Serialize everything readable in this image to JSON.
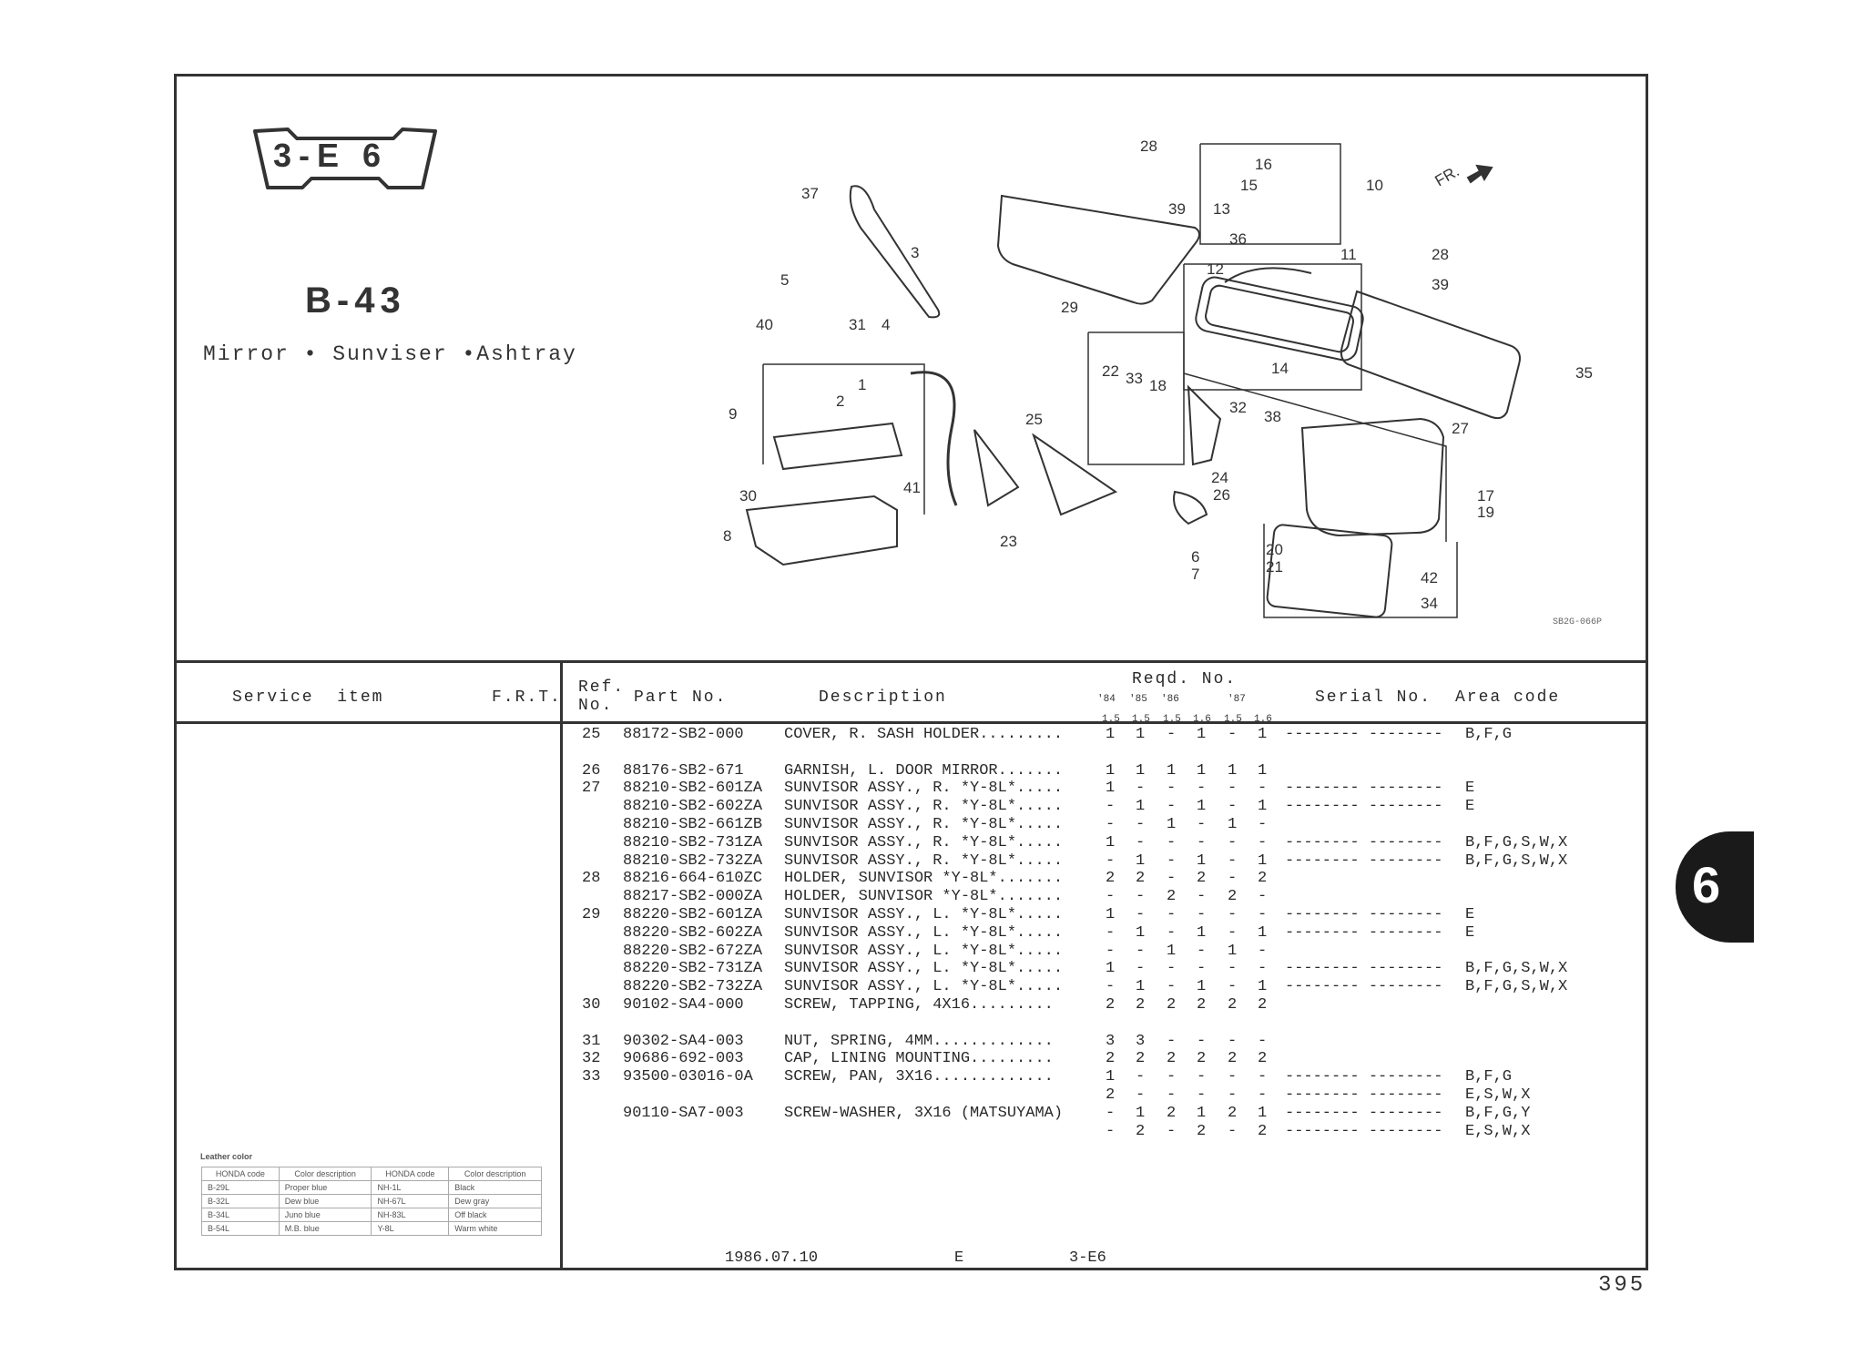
{
  "header": {
    "badge": "3-E 6",
    "title": "B-43",
    "subtitle": "Mirror • Sunviser •Ashtray"
  },
  "diagram": {
    "code": "SB2G-066P",
    "front_marker": "FR.",
    "callouts": [
      "37",
      "3",
      "5",
      "40",
      "31",
      "4",
      "1",
      "2",
      "9",
      "30",
      "41",
      "8",
      "23",
      "25",
      "29",
      "28",
      "39",
      "16",
      "15",
      "10",
      "13",
      "36",
      "11",
      "28",
      "39",
      "12",
      "14",
      "35",
      "27",
      "22",
      "33",
      "18",
      "32",
      "38",
      "24",
      "26",
      "6",
      "7",
      "17",
      "19",
      "20",
      "21",
      "42",
      "34"
    ]
  },
  "table_header": {
    "service_item": "Service  item",
    "frt": "F.R.T.",
    "ref_no_1": "Ref.",
    "ref_no_2": "No.",
    "part_no": "Part No.",
    "description": "Description",
    "reqd_no": "Reqd. No.",
    "years": [
      "'84",
      "'85",
      "'86",
      "'87"
    ],
    "engines": [
      "1.5",
      "1.5",
      "1.5",
      "1.6",
      "1.5",
      "1.6"
    ],
    "serial_no": "Serial No.",
    "area_code": "Area code"
  },
  "rows": [
    {
      "ref": "25",
      "part": "88172-SB2-000",
      "desc": "COVER, R. SASH HOLDER.........",
      "qty": [
        "1",
        "1",
        "-",
        "1",
        "-",
        "1"
      ],
      "serial": "-------- --------",
      "area": "B,F,G"
    },
    {
      "spacer": true
    },
    {
      "ref": "26",
      "part": "88176-SB2-671",
      "desc": "GARNISH, L. DOOR MIRROR.......",
      "qty": [
        "1",
        "1",
        "1",
        "1",
        "1",
        "1"
      ],
      "serial": "",
      "area": ""
    },
    {
      "ref": "27",
      "part": "88210-SB2-601ZA",
      "desc": "SUNVISOR ASSY., R. *Y-8L*.....",
      "qty": [
        "1",
        "-",
        "-",
        "-",
        "-",
        "-"
      ],
      "serial": "-------- --------",
      "area": "E"
    },
    {
      "ref": "",
      "part": "88210-SB2-602ZA",
      "desc": "SUNVISOR ASSY., R. *Y-8L*.....",
      "qty": [
        "-",
        "1",
        "-",
        "1",
        "-",
        "1"
      ],
      "serial": "-------- --------",
      "area": "E"
    },
    {
      "ref": "",
      "part": "88210-SB2-661ZB",
      "desc": "SUNVISOR ASSY., R. *Y-8L*.....",
      "qty": [
        "-",
        "-",
        "1",
        "-",
        "1",
        "-"
      ],
      "serial": "",
      "area": ""
    },
    {
      "ref": "",
      "part": "88210-SB2-731ZA",
      "desc": "SUNVISOR ASSY., R. *Y-8L*.....",
      "qty": [
        "1",
        "-",
        "-",
        "-",
        "-",
        "-"
      ],
      "serial": "-------- --------",
      "area": "B,F,G,S,W,X"
    },
    {
      "ref": "",
      "part": "88210-SB2-732ZA",
      "desc": "SUNVISOR ASSY., R. *Y-8L*.....",
      "qty": [
        "-",
        "1",
        "-",
        "1",
        "-",
        "1"
      ],
      "serial": "-------- --------",
      "area": "B,F,G,S,W,X"
    },
    {
      "ref": "28",
      "part": "88216-664-610ZC",
      "desc": "HOLDER, SUNVISOR *Y-8L*.......",
      "qty": [
        "2",
        "2",
        "-",
        "2",
        "-",
        "2"
      ],
      "serial": "",
      "area": ""
    },
    {
      "ref": "",
      "part": "88217-SB2-000ZA",
      "desc": "HOLDER, SUNVISOR *Y-8L*.......",
      "qty": [
        "-",
        "-",
        "2",
        "-",
        "2",
        "-"
      ],
      "serial": "",
      "area": ""
    },
    {
      "ref": "29",
      "part": "88220-SB2-601ZA",
      "desc": "SUNVISOR ASSY., L. *Y-8L*.....",
      "qty": [
        "1",
        "-",
        "-",
        "-",
        "-",
        "-"
      ],
      "serial": "-------- --------",
      "area": "E"
    },
    {
      "ref": "",
      "part": "88220-SB2-602ZA",
      "desc": "SUNVISOR ASSY., L. *Y-8L*.....",
      "qty": [
        "-",
        "1",
        "-",
        "1",
        "-",
        "1"
      ],
      "serial": "-------- --------",
      "area": "E"
    },
    {
      "ref": "",
      "part": "88220-SB2-672ZA",
      "desc": "SUNVISOR ASSY., L. *Y-8L*.....",
      "qty": [
        "-",
        "-",
        "1",
        "-",
        "1",
        "-"
      ],
      "serial": "",
      "area": ""
    },
    {
      "ref": "",
      "part": "88220-SB2-731ZA",
      "desc": "SUNVISOR ASSY., L. *Y-8L*.....",
      "qty": [
        "1",
        "-",
        "-",
        "-",
        "-",
        "-"
      ],
      "serial": "-------- --------",
      "area": "B,F,G,S,W,X"
    },
    {
      "ref": "",
      "part": "88220-SB2-732ZA",
      "desc": "SUNVISOR ASSY., L. *Y-8L*.....",
      "qty": [
        "-",
        "1",
        "-",
        "1",
        "-",
        "1"
      ],
      "serial": "-------- --------",
      "area": "B,F,G,S,W,X"
    },
    {
      "ref": "30",
      "part": "90102-SA4-000",
      "desc": "SCREW, TAPPING, 4X16.........",
      "qty": [
        "2",
        "2",
        "2",
        "2",
        "2",
        "2"
      ],
      "serial": "",
      "area": ""
    },
    {
      "spacer": true
    },
    {
      "ref": "31",
      "part": "90302-SA4-003",
      "desc": "NUT, SPRING, 4MM.............",
      "qty": [
        "3",
        "3",
        "-",
        "-",
        "-",
        "-"
      ],
      "serial": "",
      "area": ""
    },
    {
      "ref": "32",
      "part": "90686-692-003",
      "desc": "CAP, LINING MOUNTING.........",
      "qty": [
        "2",
        "2",
        "2",
        "2",
        "2",
        "2"
      ],
      "serial": "",
      "area": ""
    },
    {
      "ref": "33",
      "part": "93500-03016-0A",
      "desc": "SCREW, PAN, 3X16.............",
      "qty": [
        "1",
        "-",
        "-",
        "-",
        "-",
        "-"
      ],
      "serial": "-------- --------",
      "area": "B,F,G"
    },
    {
      "ref": "",
      "part": "",
      "desc": "",
      "qty": [
        "2",
        "-",
        "-",
        "-",
        "-",
        "-"
      ],
      "serial": "-------- --------",
      "area": "E,S,W,X"
    },
    {
      "ref": "",
      "part": "90110-SA7-003",
      "desc": "SCREW-WASHER, 3X16 (MATSUYAMA)",
      "qty": [
        "-",
        "1",
        "2",
        "1",
        "2",
        "1"
      ],
      "serial": "-------- --------",
      "area": "B,F,G,Y"
    },
    {
      "ref": "",
      "part": "",
      "desc": "",
      "qty": [
        "-",
        "2",
        "-",
        "2",
        "-",
        "2"
      ],
      "serial": "-------- --------",
      "area": "E,S,W,X"
    }
  ],
  "leather": {
    "label": "Leather color",
    "headers": [
      "HONDA code",
      "Color description",
      "HONDA code",
      "Color description"
    ],
    "rows": [
      [
        "B-29L",
        "Proper blue",
        "NH-1L",
        "Black"
      ],
      [
        "B-32L",
        "Dew blue",
        "NH-67L",
        "Dew gray"
      ],
      [
        "B-34L",
        "Juno blue",
        "NH-83L",
        "Off black"
      ],
      [
        "B-54L",
        "M.B. blue",
        "Y-8L",
        "Warm white"
      ]
    ]
  },
  "footer": {
    "date": "1986.07.10",
    "area": "E",
    "code": "3-E6",
    "page": "395"
  },
  "section_tab": "6"
}
